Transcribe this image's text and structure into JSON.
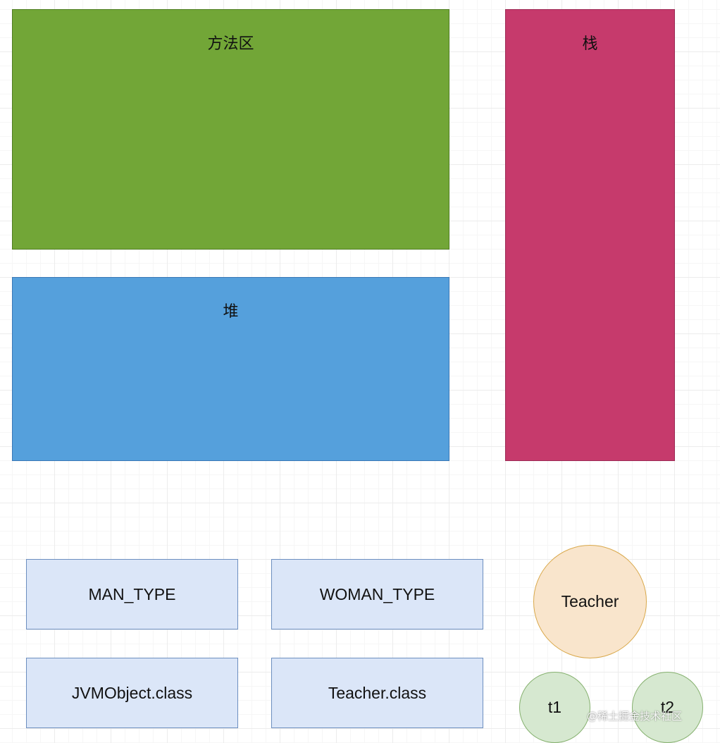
{
  "regions": {
    "method_area": {
      "label": "方法区",
      "color": "#72a637"
    },
    "heap": {
      "label": "堆",
      "color": "#55a0dc"
    },
    "stack": {
      "label": "栈",
      "color": "#c63a6c"
    }
  },
  "boxes": [
    {
      "label": "MAN_TYPE"
    },
    {
      "label": "WOMAN_TYPE"
    },
    {
      "label": "JVMObject.class"
    },
    {
      "label": "Teacher.class"
    }
  ],
  "circles": {
    "teacher": {
      "label": "Teacher"
    },
    "t1": {
      "label": "t1"
    },
    "t2": {
      "label": "t2"
    }
  },
  "watermark": "@稀土掘金技术社区"
}
